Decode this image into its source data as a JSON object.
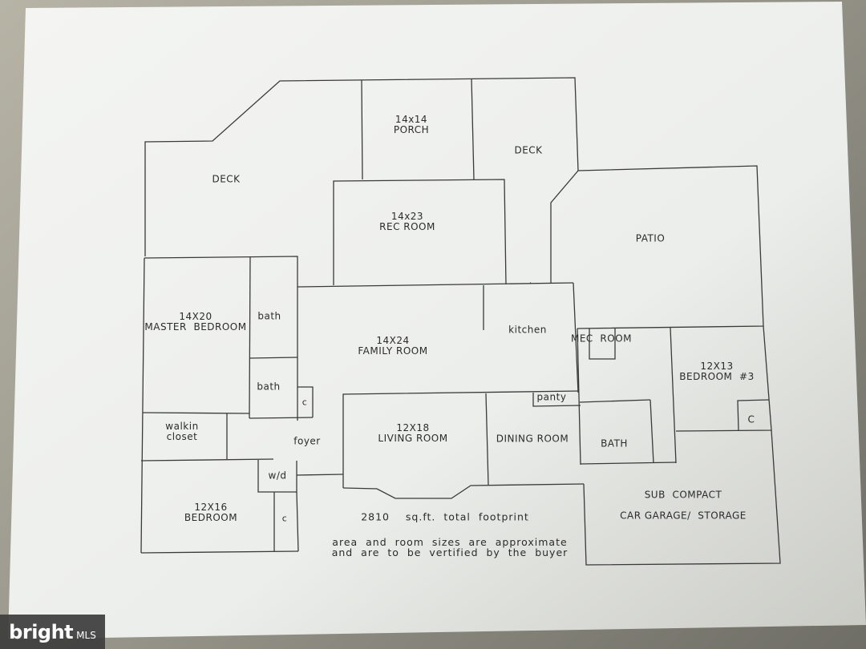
{
  "rooms": {
    "deck_left": "DECK",
    "porch": "14x14\nPORCH",
    "deck_right": "DECK",
    "rec_room": "14x23\nREC ROOM",
    "patio": "PATIO",
    "master_bedroom": "14X20\nMASTER  BEDROOM",
    "bath_upper": "bath",
    "bath_lower": "bath",
    "closet_bath": "c",
    "family_room": "14X24\nFAMILY ROOM",
    "kitchen": "kitchen",
    "mec_room": "MEC  ROOM",
    "bedroom3": "12X13\nBEDROOM  #3",
    "closet_bed3": "C",
    "panty": "panty",
    "walkin_closet": "walkin\ncloset",
    "foyer": "foyer",
    "living_room": "12X18\nLIVING ROOM",
    "dining_room": "DINING ROOM",
    "bath_right": "BATH",
    "wd": "w/d",
    "bedroom_sw": "12X16\nBEDROOM",
    "closet_sw": "c",
    "garage": "SUB  COMPACT\n\nCAR GARAGE/  STORAGE"
  },
  "notes": {
    "footprint": "2810    sq.ft.  total  footprint",
    "disclaimer": "area  and  room  sizes  are  approximate\nand  are  to  be  vertified  by  the  buyer"
  },
  "watermark": {
    "brand": "bright",
    "suffix": "MLS"
  },
  "colors": {
    "paper": "#f2f3f1",
    "line": "#3a3a3a"
  }
}
